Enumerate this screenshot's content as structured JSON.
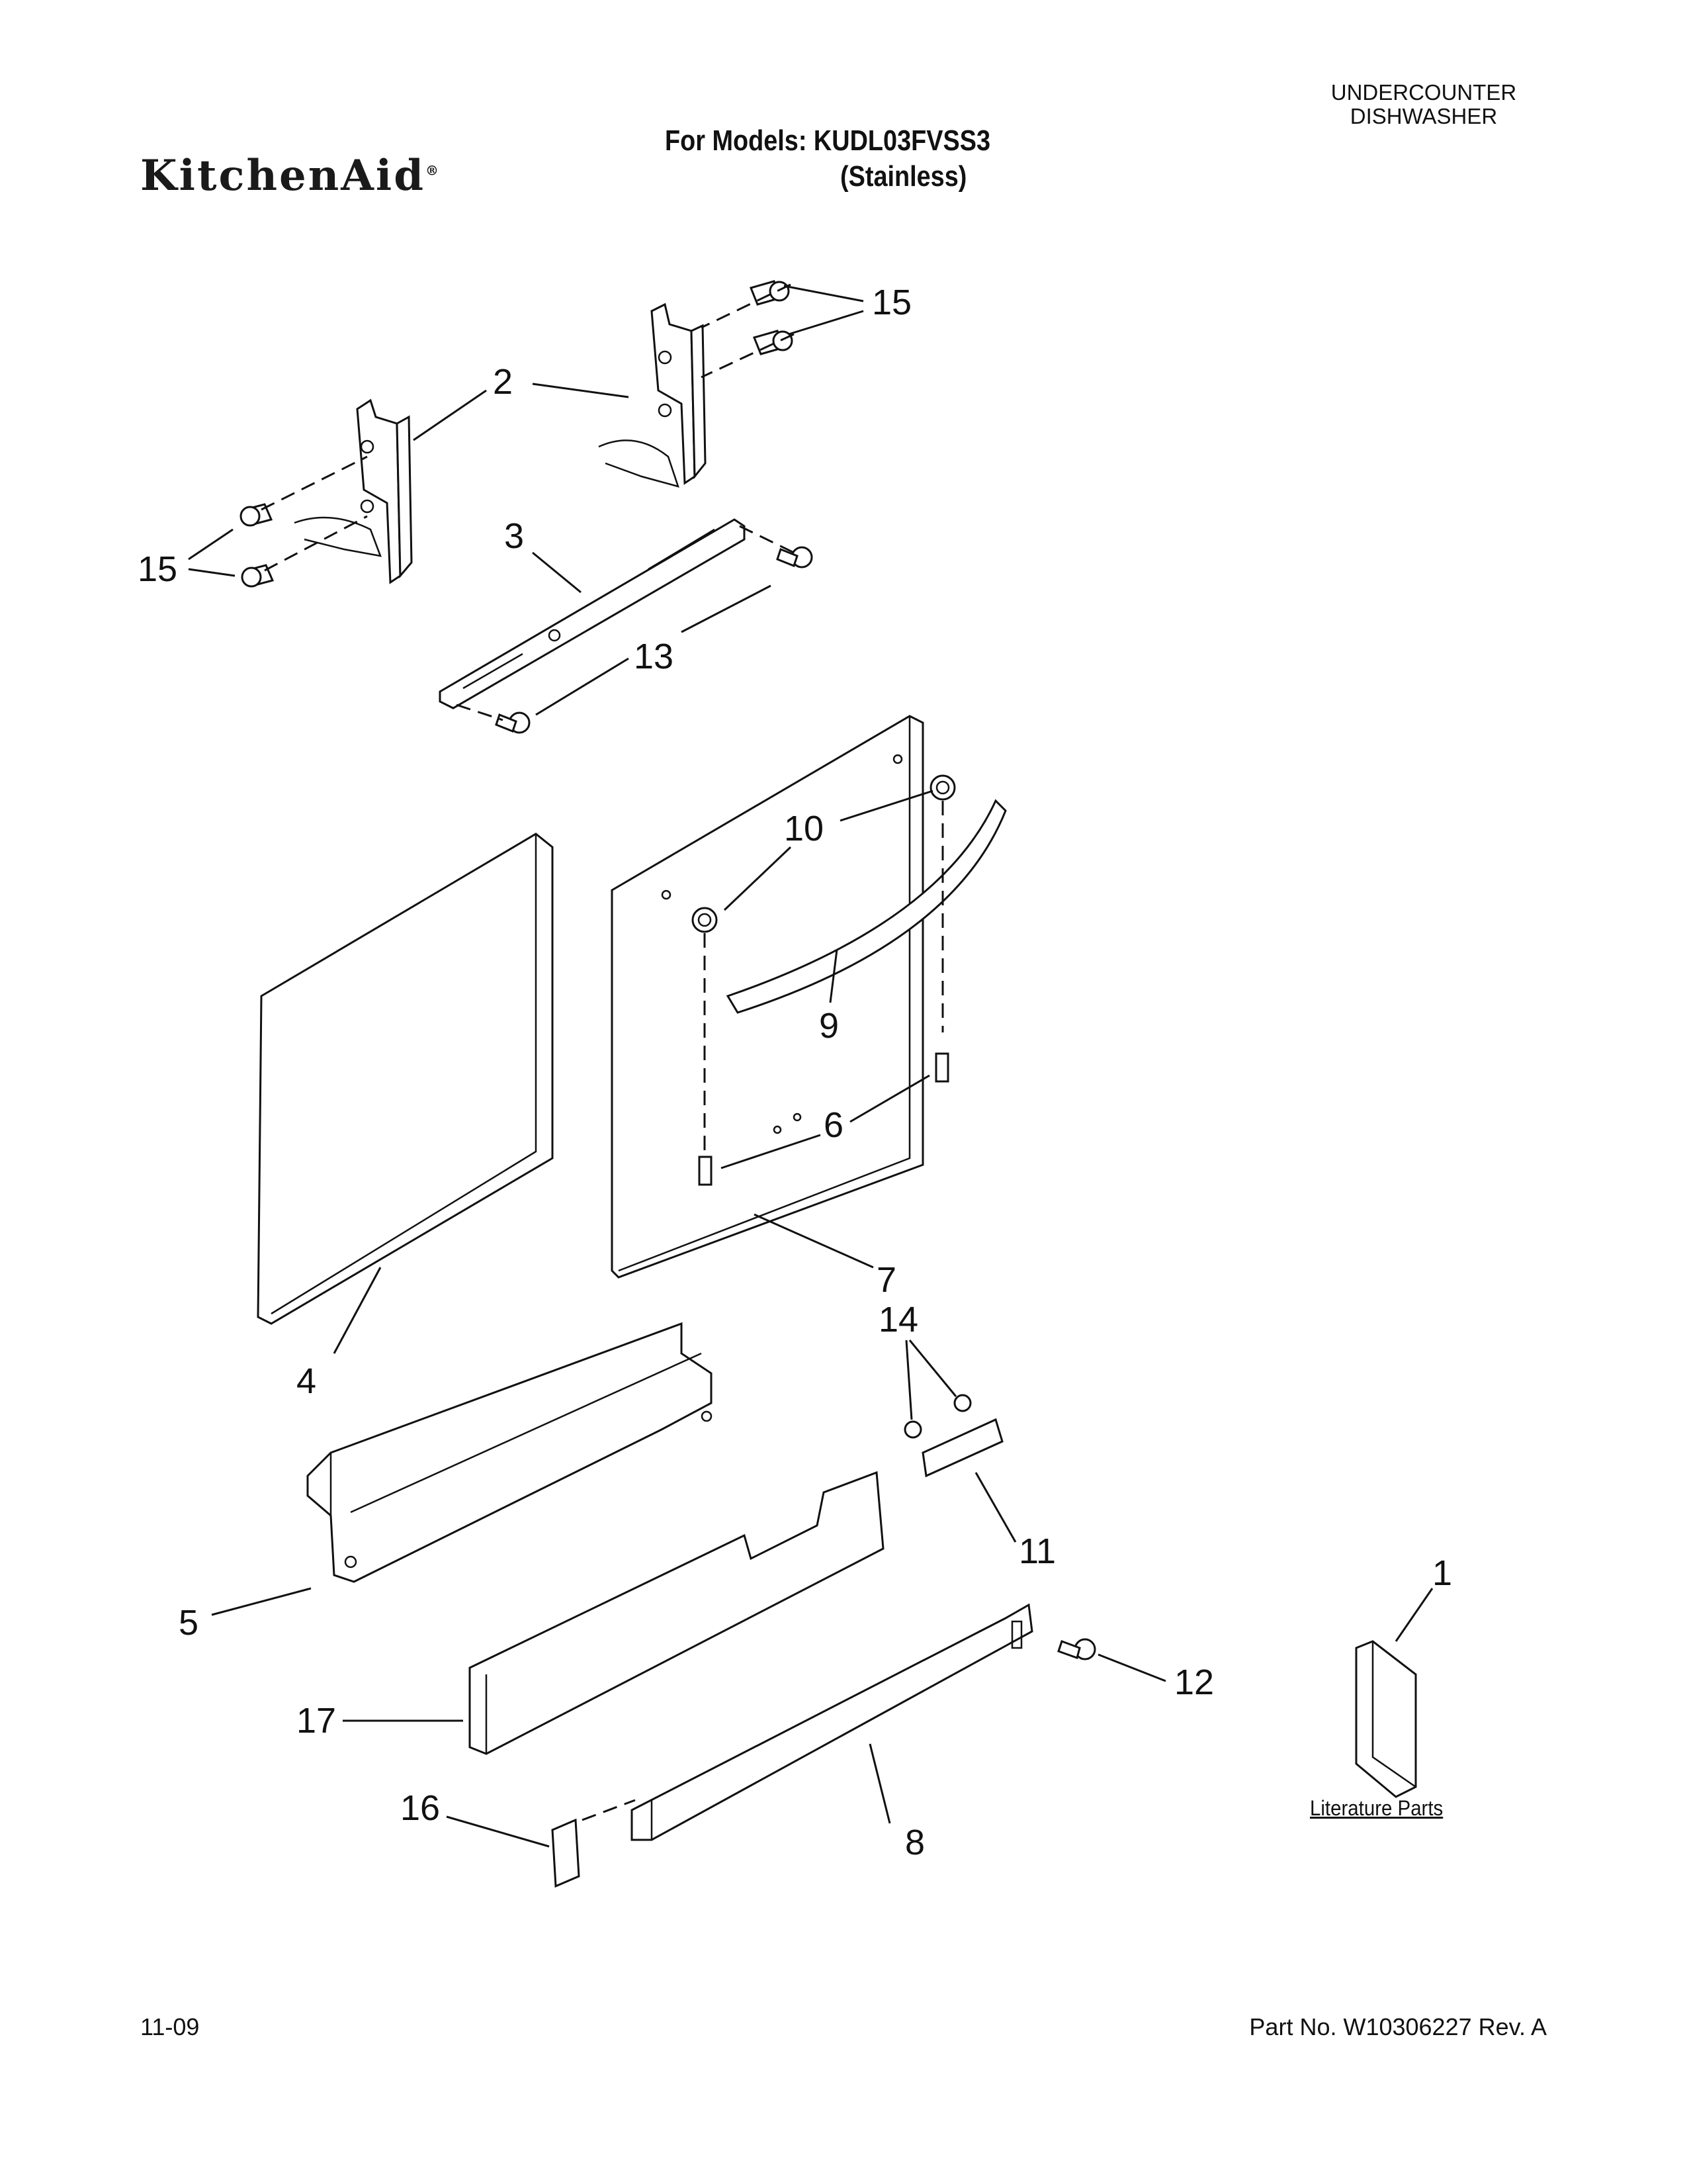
{
  "header": {
    "brand": "KitchenAid",
    "models_line": "For Models: KUDL03FVSS3",
    "variant": "(Stainless)",
    "category_line1": "UNDERCOUNTER",
    "category_line2": "DISHWASHER"
  },
  "footer": {
    "date": "11-09",
    "part_number": "Part No. W10306227 Rev. A"
  },
  "literature": {
    "label": "Literature Parts"
  },
  "callouts": {
    "c1": "1",
    "c2": "2",
    "c3": "3",
    "c4": "4",
    "c5": "5",
    "c6": "6",
    "c7": "7",
    "c8": "8",
    "c9": "9",
    "c10": "10",
    "c11": "11",
    "c12": "12",
    "c13": "13",
    "c14": "14",
    "c15a": "15",
    "c15b": "15",
    "c16": "16",
    "c17": "17"
  }
}
